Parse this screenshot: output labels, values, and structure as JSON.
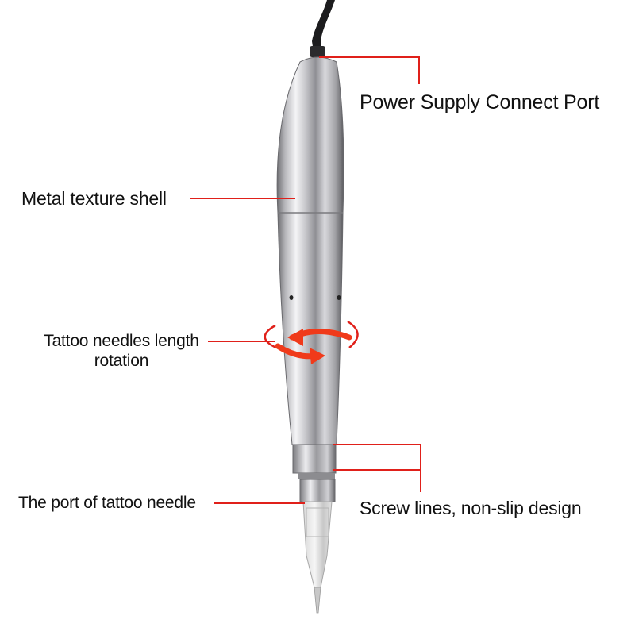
{
  "colors": {
    "leader_line": "#e0201a",
    "arrow": "#f03a1a",
    "background": "#ffffff",
    "text": "#111111"
  },
  "labels": {
    "power_port": "Power Supply Connect Port",
    "metal_shell": "Metal texture shell",
    "needle_rotation": "Tattoo needles length rotation",
    "needle_port": "The port of tattoo needle",
    "screw_lines": "Screw lines, non-slip design"
  }
}
